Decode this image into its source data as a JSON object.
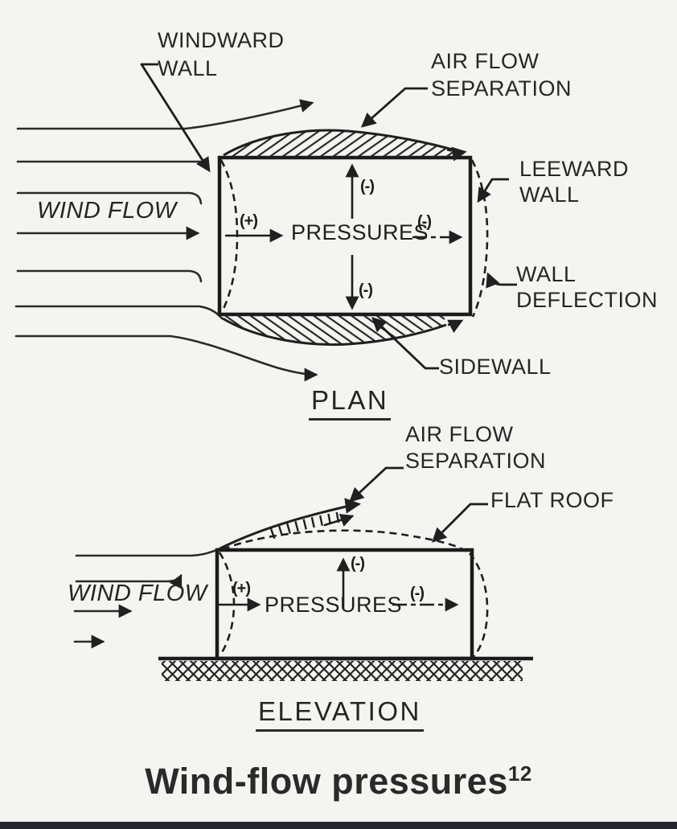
{
  "palette": {
    "background": "#f5f4f1",
    "ink": "#222222",
    "bottom_bar": "#23262c"
  },
  "plan": {
    "view_label": "PLAN",
    "wind_flow": "WIND FLOW",
    "windward_wall": [
      "WINDWARD",
      "WALL"
    ],
    "air_flow_separation": [
      "AIR FLOW",
      "SEPARATION"
    ],
    "leeward_wall": [
      "LEEWARD",
      "WALL"
    ],
    "wall_deflection": [
      "WALL",
      "DEFLECTION"
    ],
    "sidewall": "SIDEWALL",
    "pressures": "PRESSURES",
    "positive": "(+)",
    "negative_top": "(-)",
    "negative_right": "(-)",
    "negative_bottom": "(-)"
  },
  "elevation": {
    "view_label": "ELEVATION",
    "wind_flow": "WIND FLOW",
    "air_flow_separation": [
      "AIR FLOW",
      "SEPARATION"
    ],
    "flat_roof": "FLAT ROOF",
    "pressures": "PRESSURES",
    "positive": "(+)",
    "negative_roof": "(-)",
    "negative_right": "(-)"
  },
  "caption": {
    "text": "Wind-flow pressures",
    "superscript": "12"
  }
}
